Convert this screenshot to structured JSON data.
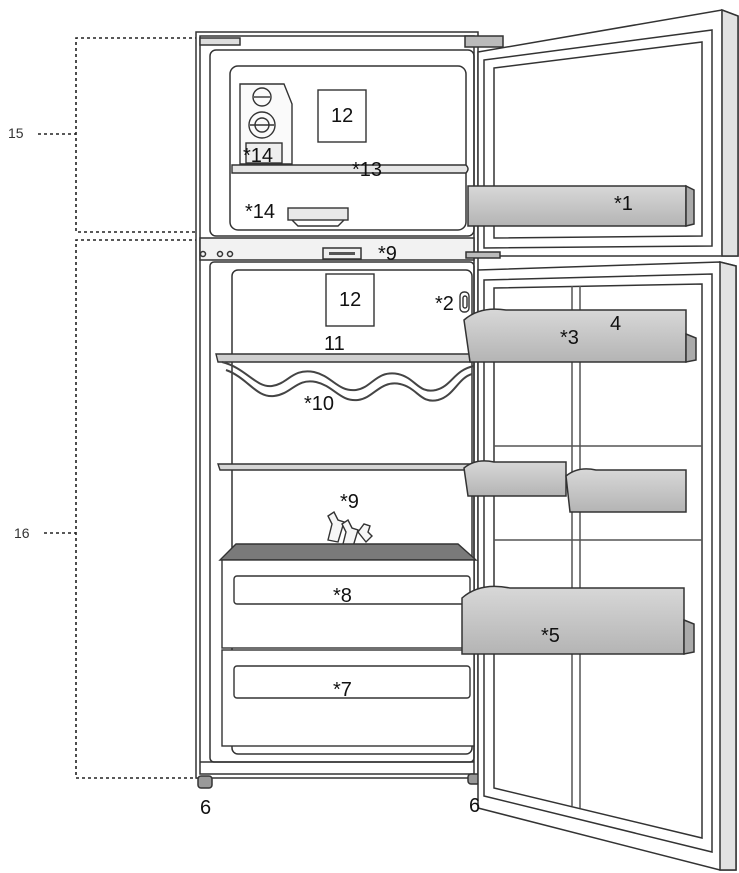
{
  "labels": {
    "freezer_door_bin": "*1",
    "egg_tray": "*2",
    "door_shelf_upper": "*3",
    "door_shelf_upper_num": "4",
    "door_bottle_bin": "*5",
    "leveling_foot_left": "6",
    "leveling_foot_right": "6",
    "vegetable_crisper_lower": "*7",
    "vegetable_crisper_upper": "*8",
    "control_panel": "*9",
    "door_alignment_tool": "*9",
    "wine_rack": "*10",
    "fridge_glass_shelf": "11",
    "freezer_lamp": "12",
    "fridge_lamp": "12",
    "freezer_shelf": "*13",
    "ice_maker_upper": "*14",
    "ice_tray_lower": "*14",
    "freezer_compartment": "15",
    "fridge_compartment": "16"
  },
  "colors": {
    "outline": "#333333",
    "bin_fill": "#c6c6c6",
    "crisper_lid": "#7a7a7a",
    "door_edge": "#e2e2e2"
  }
}
